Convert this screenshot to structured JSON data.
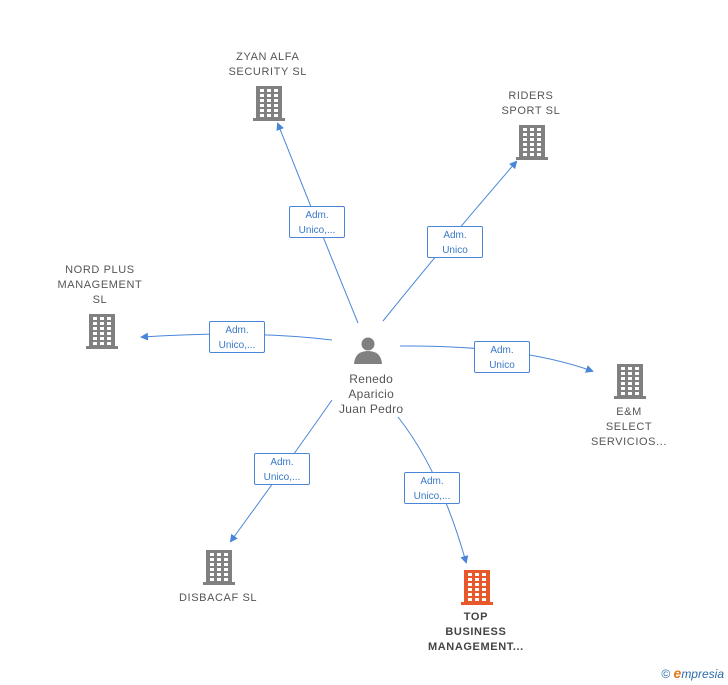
{
  "center": {
    "lines": [
      "Renedo",
      "Aparicio",
      "Juan Pedro"
    ],
    "icon": "person-icon"
  },
  "companies": [
    {
      "id": "zyan",
      "lines": [
        "ZYAN ALFA",
        "SECURITY  SL"
      ],
      "icon": "building-icon",
      "color": "#808080",
      "highlight": false
    },
    {
      "id": "riders",
      "lines": [
        "RIDERS",
        "SPORT SL"
      ],
      "icon": "building-icon",
      "color": "#808080",
      "highlight": false
    },
    {
      "id": "nordplus",
      "lines": [
        "NORD PLUS",
        "MANAGEMENT",
        "SL"
      ],
      "icon": "building-icon",
      "color": "#808080",
      "highlight": false
    },
    {
      "id": "em",
      "lines": [
        "E&M",
        "SELECT",
        "SERVICIOS..."
      ],
      "icon": "building-icon",
      "color": "#808080",
      "highlight": false
    },
    {
      "id": "disbacaf",
      "lines": [
        "DISBACAF  SL"
      ],
      "icon": "building-icon",
      "color": "#808080",
      "highlight": false
    },
    {
      "id": "top",
      "lines": [
        "TOP",
        "BUSINESS",
        "MANAGEMENT..."
      ],
      "icon": "building-icon",
      "color": "#e8582a",
      "highlight": true
    }
  ],
  "edges": [
    {
      "target": "zyan",
      "lines": [
        "Adm.",
        "Unico,..."
      ]
    },
    {
      "target": "riders",
      "lines": [
        "Adm.",
        "Unico"
      ]
    },
    {
      "target": "nordplus",
      "lines": [
        "Adm.",
        "Unico,..."
      ]
    },
    {
      "target": "em",
      "lines": [
        "Adm.",
        "Unico"
      ]
    },
    {
      "target": "disbacaf",
      "lines": [
        "Adm.",
        "Unico,..."
      ]
    },
    {
      "target": "top",
      "lines": [
        "Adm.",
        "Unico,..."
      ]
    }
  ],
  "colors": {
    "edge": "#4a86d8",
    "node": "#808080",
    "highlight": "#e8582a",
    "text": "#555555"
  },
  "footer": {
    "copyright": "©",
    "brand_initial": "e",
    "brand_rest": "mpresia"
  }
}
